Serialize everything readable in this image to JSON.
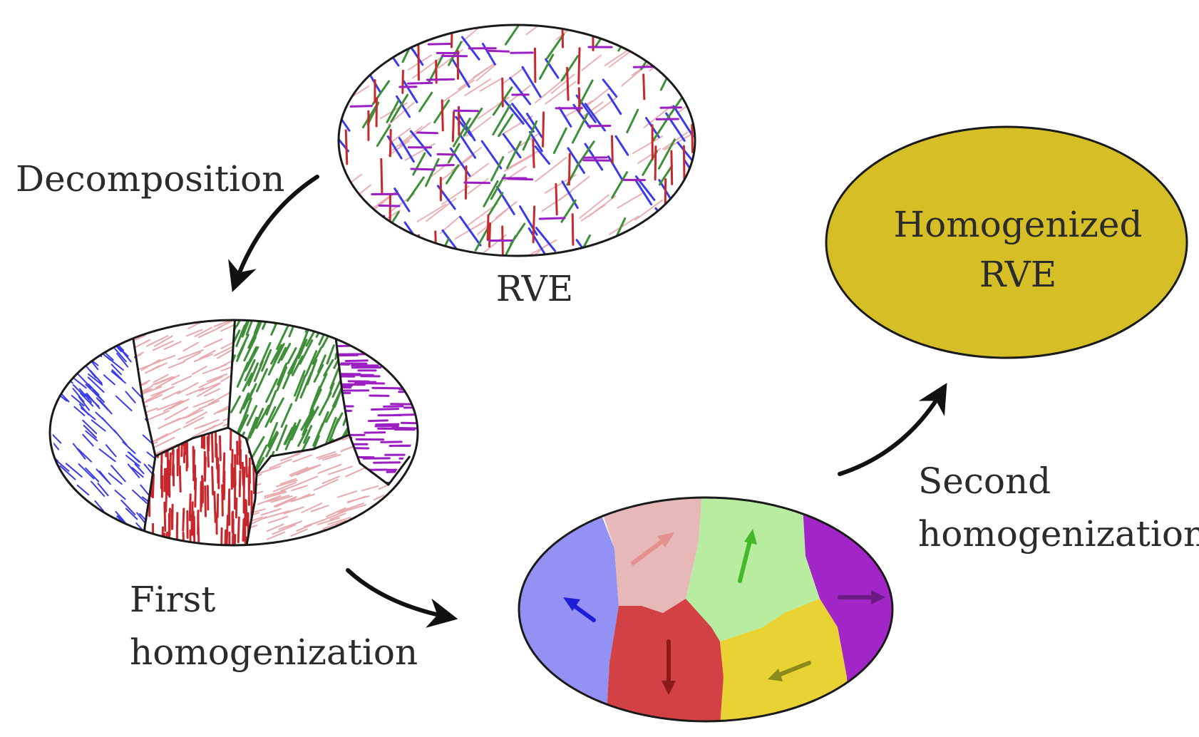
{
  "labels": {
    "decomposition": "Decomposition",
    "rve": "RVE",
    "first_homogenization_line1": "First",
    "first_homogenization_line2": "homogenization",
    "second_homogenization_line1": "Second",
    "second_homogenization_line2": "homogenization",
    "homogenized_line1": "Homogenized",
    "homogenized_line2": "RVE"
  },
  "colors": {
    "fiber_blue": "#3b3bea",
    "fiber_green": "#3f8f3a",
    "fiber_red": "#c8282d",
    "fiber_purple": "#9b1fc2",
    "fiber_pink": "#e7a9ad",
    "region_blue": "#9391f3",
    "region_pink": "#e6b8b8",
    "region_green": "#b8eca0",
    "region_purple": "#a225c8",
    "region_red": "#d24244",
    "region_yellow": "#e8d234",
    "homogenized_fill": "#d6bf26",
    "arrow_blue": "#1d1dd6",
    "arrow_pink": "#e58f8f",
    "arrow_green": "#45b82a",
    "arrow_purple": "#6a1a80",
    "arrow_red": "#8b1a1a",
    "arrow_yellow": "#8a8a1a"
  },
  "icons": {
    "flow_arrow": "curved-arrow",
    "orientation_arrow": "straight-arrow"
  }
}
